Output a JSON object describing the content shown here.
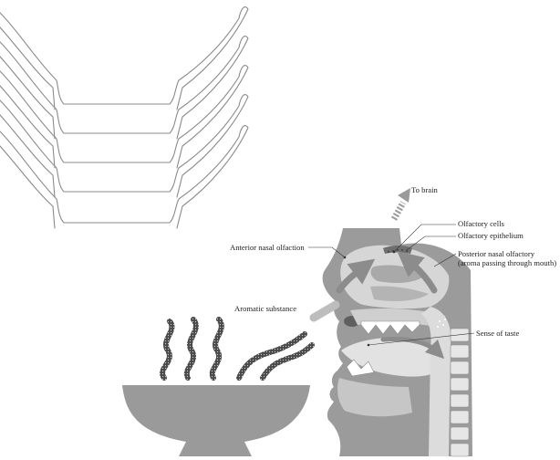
{
  "labels": {
    "to_brain": "To brain",
    "olfactory_cells": "Olfactory cells",
    "olfactory_epithelium": "Olfactory epithelium",
    "anterior": "Anterior nasal olfaction",
    "posterior_line1": "Posterior nasal olfactory",
    "posterior_line2": "(aroma passing through mouth)",
    "aromatic": "Aromatic substance",
    "taste": "Sense of taste"
  },
  "colors": {
    "outline": "#8a8a8a",
    "bowl": "#9a9a9a",
    "head_dark": "#9b9b9b",
    "head_mid": "#bfbfbf",
    "head_light": "#dcdcdc",
    "arrow": "#8c8c8c",
    "steam": "#4a4a4a"
  },
  "icons": {
    "tray_stack": "stacked-trays-icon",
    "bowl": "bowl-icon",
    "steam": "steam-icon",
    "head": "head-cross-section-icon"
  }
}
